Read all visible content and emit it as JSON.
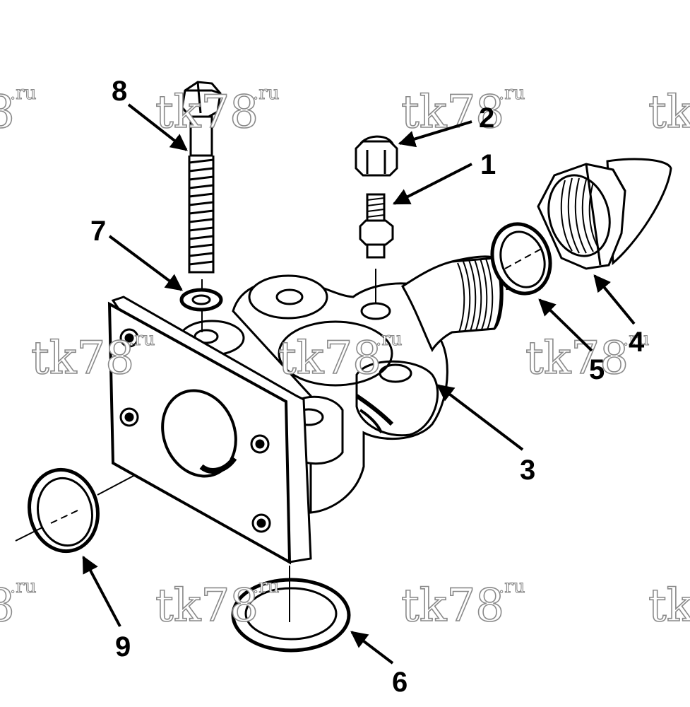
{
  "diagram": {
    "callouts": [
      {
        "id": "1",
        "label": "1",
        "part": "stud"
      },
      {
        "id": "2",
        "label": "2",
        "part": "cap-nut"
      },
      {
        "id": "3",
        "label": "3",
        "part": "housing"
      },
      {
        "id": "4",
        "label": "4",
        "part": "coupling-nut"
      },
      {
        "id": "5",
        "label": "5",
        "part": "seal-ring"
      },
      {
        "id": "6",
        "label": "6",
        "part": "gasket-ring"
      },
      {
        "id": "7",
        "label": "7",
        "part": "washer"
      },
      {
        "id": "8",
        "label": "8",
        "part": "bolt"
      },
      {
        "id": "9",
        "label": "9",
        "part": "o-ring"
      }
    ]
  },
  "watermark": {
    "main": "tk78",
    "suffix": ".ru",
    "cropped_left": "8",
    "cropped_right": "tk"
  },
  "colors": {
    "line": "#000000",
    "watermark": "#8a8a8a",
    "background": "#ffffff"
  }
}
